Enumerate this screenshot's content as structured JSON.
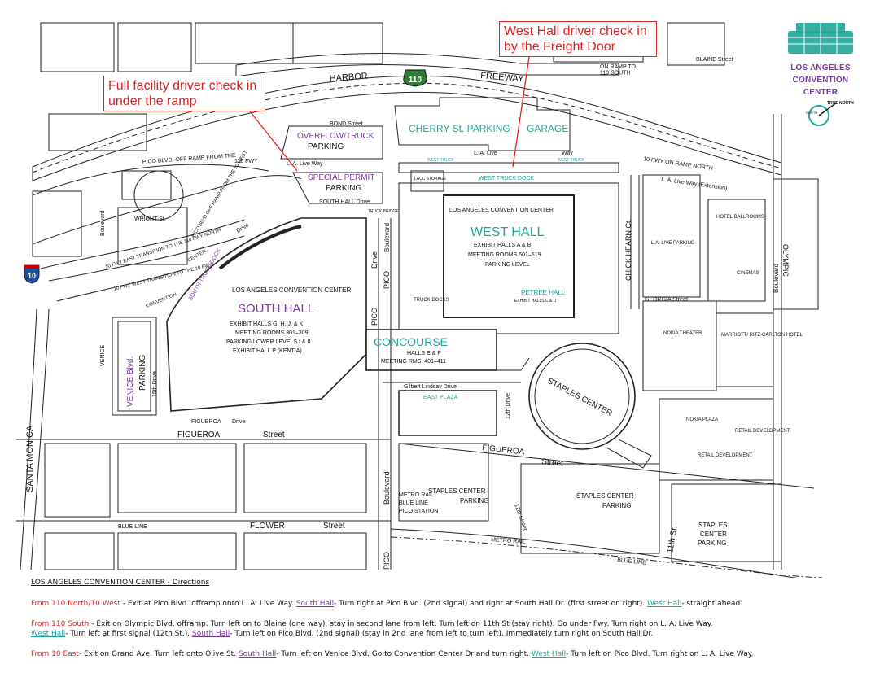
{
  "callouts": {
    "full_facility": "Full facility driver check in\nunder the ramp",
    "west_hall": "West Hall driver check in\nby the Freight Door"
  },
  "logo": {
    "line1": "LOS ANGELES",
    "line2": "CONVENTION",
    "line3": "CENTER",
    "north_label": "TRUE NORTH",
    "north_small": "NORTH"
  },
  "shields": {
    "freeway_110": "110",
    "interstate_10": "10"
  },
  "roads": {
    "harbor": "HARBOR",
    "freeway": "FREEWAY",
    "on_ramp_110_south": "ON RAMP TO\n110 SOUTH",
    "blaine": "BLAINE Street",
    "bond": "BOND Street",
    "la_live_way": "L. A. Live Way",
    "la_live_way_main": "L. A. Live",
    "way": "Way",
    "pico_off_ramp": "PICO BLVD. OFF RAMP FROM THE",
    "fwy_110": "110 FWY",
    "wright": "WRIGHT St.",
    "boulevard_left": "Boulevard",
    "ten_fwy_east": "10 FWY EAST TRANSITION TO THE 110 FWY NORTH",
    "ten_fwy_west": "10 FWY WEST TRANSITION TO THE 10 FWY",
    "convention": "CONVENTION",
    "center_drive": "CENTER",
    "drive": "Drive",
    "pico_blvd_off_ramp": "PICO BLVD OFF RAMP FROM THE 10 WEST",
    "south_hall_drive": "SOUTH HALL Drive",
    "ten_fwy_on_ramp_north": "10 FWY ON RAMP NORTH",
    "la_live_way_ext": "L. A. Live Way (Extension)",
    "olympic": "OLYMPIC",
    "chick_hearn": "CHICK HEARN Ct.",
    "georgia": "GEORGIA Street",
    "boulevard_right": "Boulevard",
    "venice": "VENICE",
    "fifteenth": "15th Drive",
    "figueroa_drive": "FIGUEROA",
    "figueroa_drive2": "Drive",
    "figueroa": "FIGUEROA",
    "street": "Street",
    "figueroa_right": "FIGUEROA",
    "street_right": "Street",
    "gilbert_lindsay": "Gilbert Lindsay Drive",
    "twelfth_drive": "12th Drive",
    "twelfth_street": "12th Street",
    "santa_monica": "SANTA MONICA",
    "flower": "FLOWER",
    "flower_street": "Street",
    "blue_line": "BLUE LINE",
    "metro_rail": "METRO RAIL",
    "metro_rail_right": "METRO RAIL",
    "blue_line_right": "BLUE LINE",
    "eleventh": "11th St.",
    "pico_bottom": "PICO",
    "boulevard_bottom": "Boulevard",
    "pico_drive": "PICO",
    "pico_drive2": "Drive",
    "pico_boulevard": "PICO",
    "boulevard_mid": "Boulevard",
    "truck_bridge": "TRUCK BRIDGE",
    "south_truck_dock": "SOUTH TRUCK DOCK"
  },
  "places": {
    "overflow_truck": "OVERFLOW/TRUCK",
    "overflow_parking": "PARKING",
    "special_permit": "SPECIAL PERMIT",
    "special_parking": "PARKING",
    "cherry": "CHERRY St. PARKING",
    "garage": "GARAGE",
    "west_truck": "WEST TRUCK",
    "west_truck2": "WEST TRUCK",
    "west_truck_dock": "WEST TRUCK DOCK",
    "lacc_storage": "LACC STORAGE",
    "west_hall_header": "LOS ANGELES CONVENTION CENTER",
    "west_hall": "WEST HALL",
    "west_hall_l1": "EXHIBIT HALLS A & B",
    "west_hall_l2": "MEETING ROOMS 501–519",
    "west_hall_l3": "PARKING LEVEL",
    "petree": "PETREE HALL",
    "petree_sub": "EXHIBIT HALLS C & D",
    "truck_docks": "TRUCK DOCKS",
    "south_hall_header": "LOS ANGELES CONVENTION CENTER",
    "south_hall": "SOUTH HALL",
    "south_hall_l1": "EXHIBIT HALLS G, H, J, & K",
    "south_hall_l2": "MEETING ROOMS 301–309",
    "south_hall_l3": "PARKING LOWER LEVELS I & II",
    "south_hall_l4": "EXHIBIT HALL P (KENTIA)",
    "concourse": "CONCOURSE",
    "concourse_l1": "HALLS E & F",
    "concourse_l2": "MEETING RMS. 401–411",
    "venice_parking": "VENICE Blvd.",
    "venice_parking2": "PARKING",
    "staples_center": "STAPLES CENTER",
    "la_live_parking": "L.A. LIVE PARKING",
    "hotel_ballrooms": "HOTEL BALLROOMS",
    "cinemas": "CINEMAS",
    "nokia_theater": "NOKIA THEATER",
    "marriott": "MARRIOTT/ RITZ-CARLTON HOTEL",
    "nokia_plaza": "NOKIA PLAZA",
    "retail_dev1": "RETAIL DEVELOPMENT",
    "retail_dev2": "RETAIL DEVELOPMENT",
    "staples_parking1": "STAPLES CENTER",
    "staples_parking1b": "PARKING",
    "staples_parking2": "STAPLES CENTER",
    "staples_parking2b": "PARKING",
    "staples_parking3": "STAPLES",
    "staples_parking3b": "CENTER",
    "staples_parking3c": "PARKING",
    "metro_station": "METRO RAIL",
    "metro_station2": "BLUE LINE",
    "metro_station3": "PICO STATION",
    "entrance_plaza": "EAST PLAZA"
  },
  "directions": {
    "heading": "LOS ANGELES CONVENTION CENTER - Directions",
    "d1": {
      "from": "From 110 North/10 West",
      "t1": " - Exit at Pico Blvd. offramp onto L. A. Live Way. ",
      "south": "South Hall",
      "t2": "- Turn right at Pico Blvd. (2nd signal) and right at South Hall Dr. (first street on right).  ",
      "west": "West Hall",
      "t3": "- straight ahead."
    },
    "d2": {
      "from": "From 110 South",
      "t1": " - Exit on Olympic Blvd. offramp. Turn left on to Blaine (one way), stay in second lane from left. Turn left on 11th St (stay right). Go under Fwy.  Turn right on L. A. Live Way.",
      "west": "West Hall",
      "t2": "- Turn left at first signal (12th St.). ",
      "south": "South Hall",
      "t3": "- Turn left on Pico Blvd. (2nd signal) (stay in 2nd lane from left to turn left). Immediately turn right on South Hall Dr."
    },
    "d3": {
      "from": "From 10 East",
      "t1": "- Exit on Grand Ave. Turn left onto Olive St. ",
      "south": "South Hall",
      "t2": "- Turn left on Venice Blvd.  Go to Convention Center Dr and turn right. ",
      "west": "West Hall",
      "t3": "- Turn left on Pico Blvd. Turn right on L. A. Live Way."
    }
  },
  "colors": {
    "red": "#dd2222",
    "purple": "#7a3c9c",
    "teal": "#1fa59a",
    "shield_green": "#2e7d32",
    "interstate_blue": "#1f4fa0"
  }
}
